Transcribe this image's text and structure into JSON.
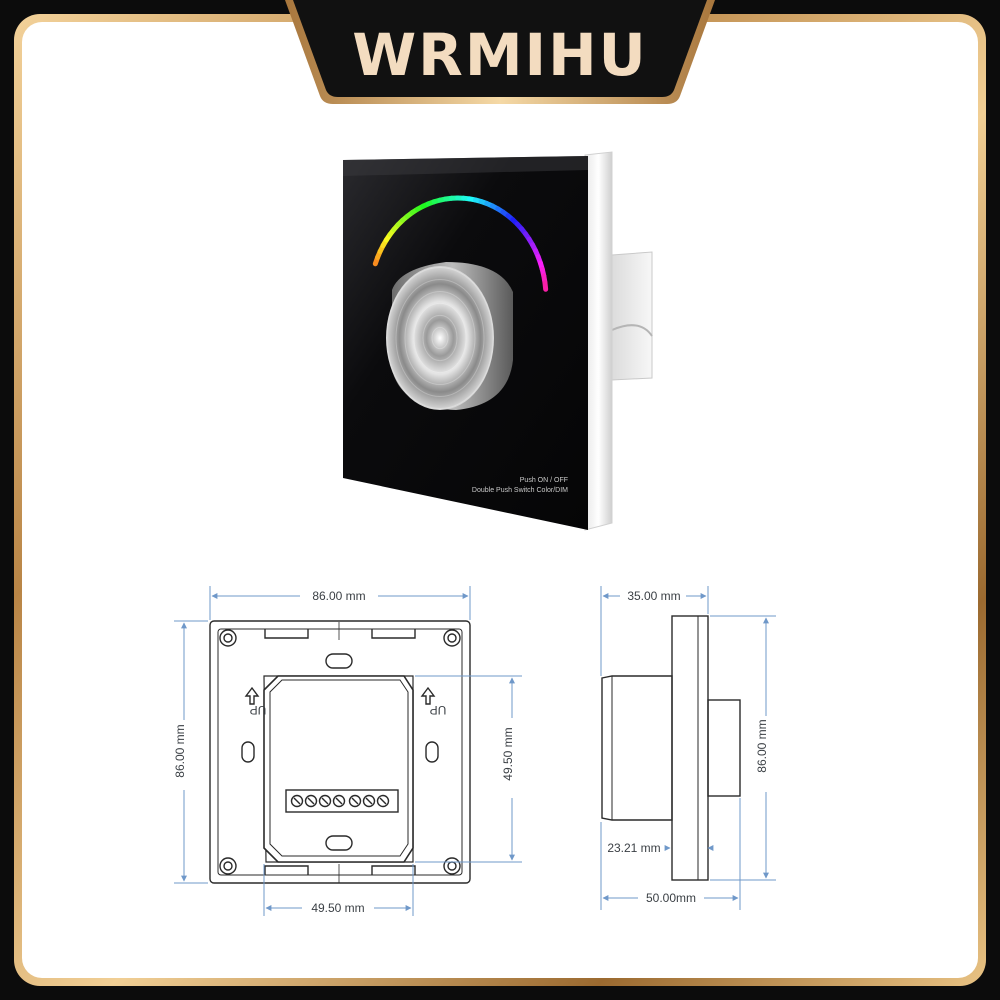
{
  "brand": {
    "name": "WRMIHU"
  },
  "product": {
    "line1": "Push ON / OFF",
    "line2": "Double Push Switch Color/DIM"
  },
  "front_view": {
    "width_label": "86.00 mm",
    "height_label": "86.00 mm",
    "inner_height_label": "49.50 mm",
    "inner_width_label": "49.50 mm",
    "up_label": "UP"
  },
  "side_view": {
    "depth_label": "35.00 mm",
    "height_label": "86.00 mm",
    "offset_label": "23.21 mm",
    "base_label": "50.00mm"
  },
  "colors": {
    "frame_gold": "#c89a5a",
    "dim_line": "#6f98c9",
    "plate": "#0b0b0d"
  }
}
